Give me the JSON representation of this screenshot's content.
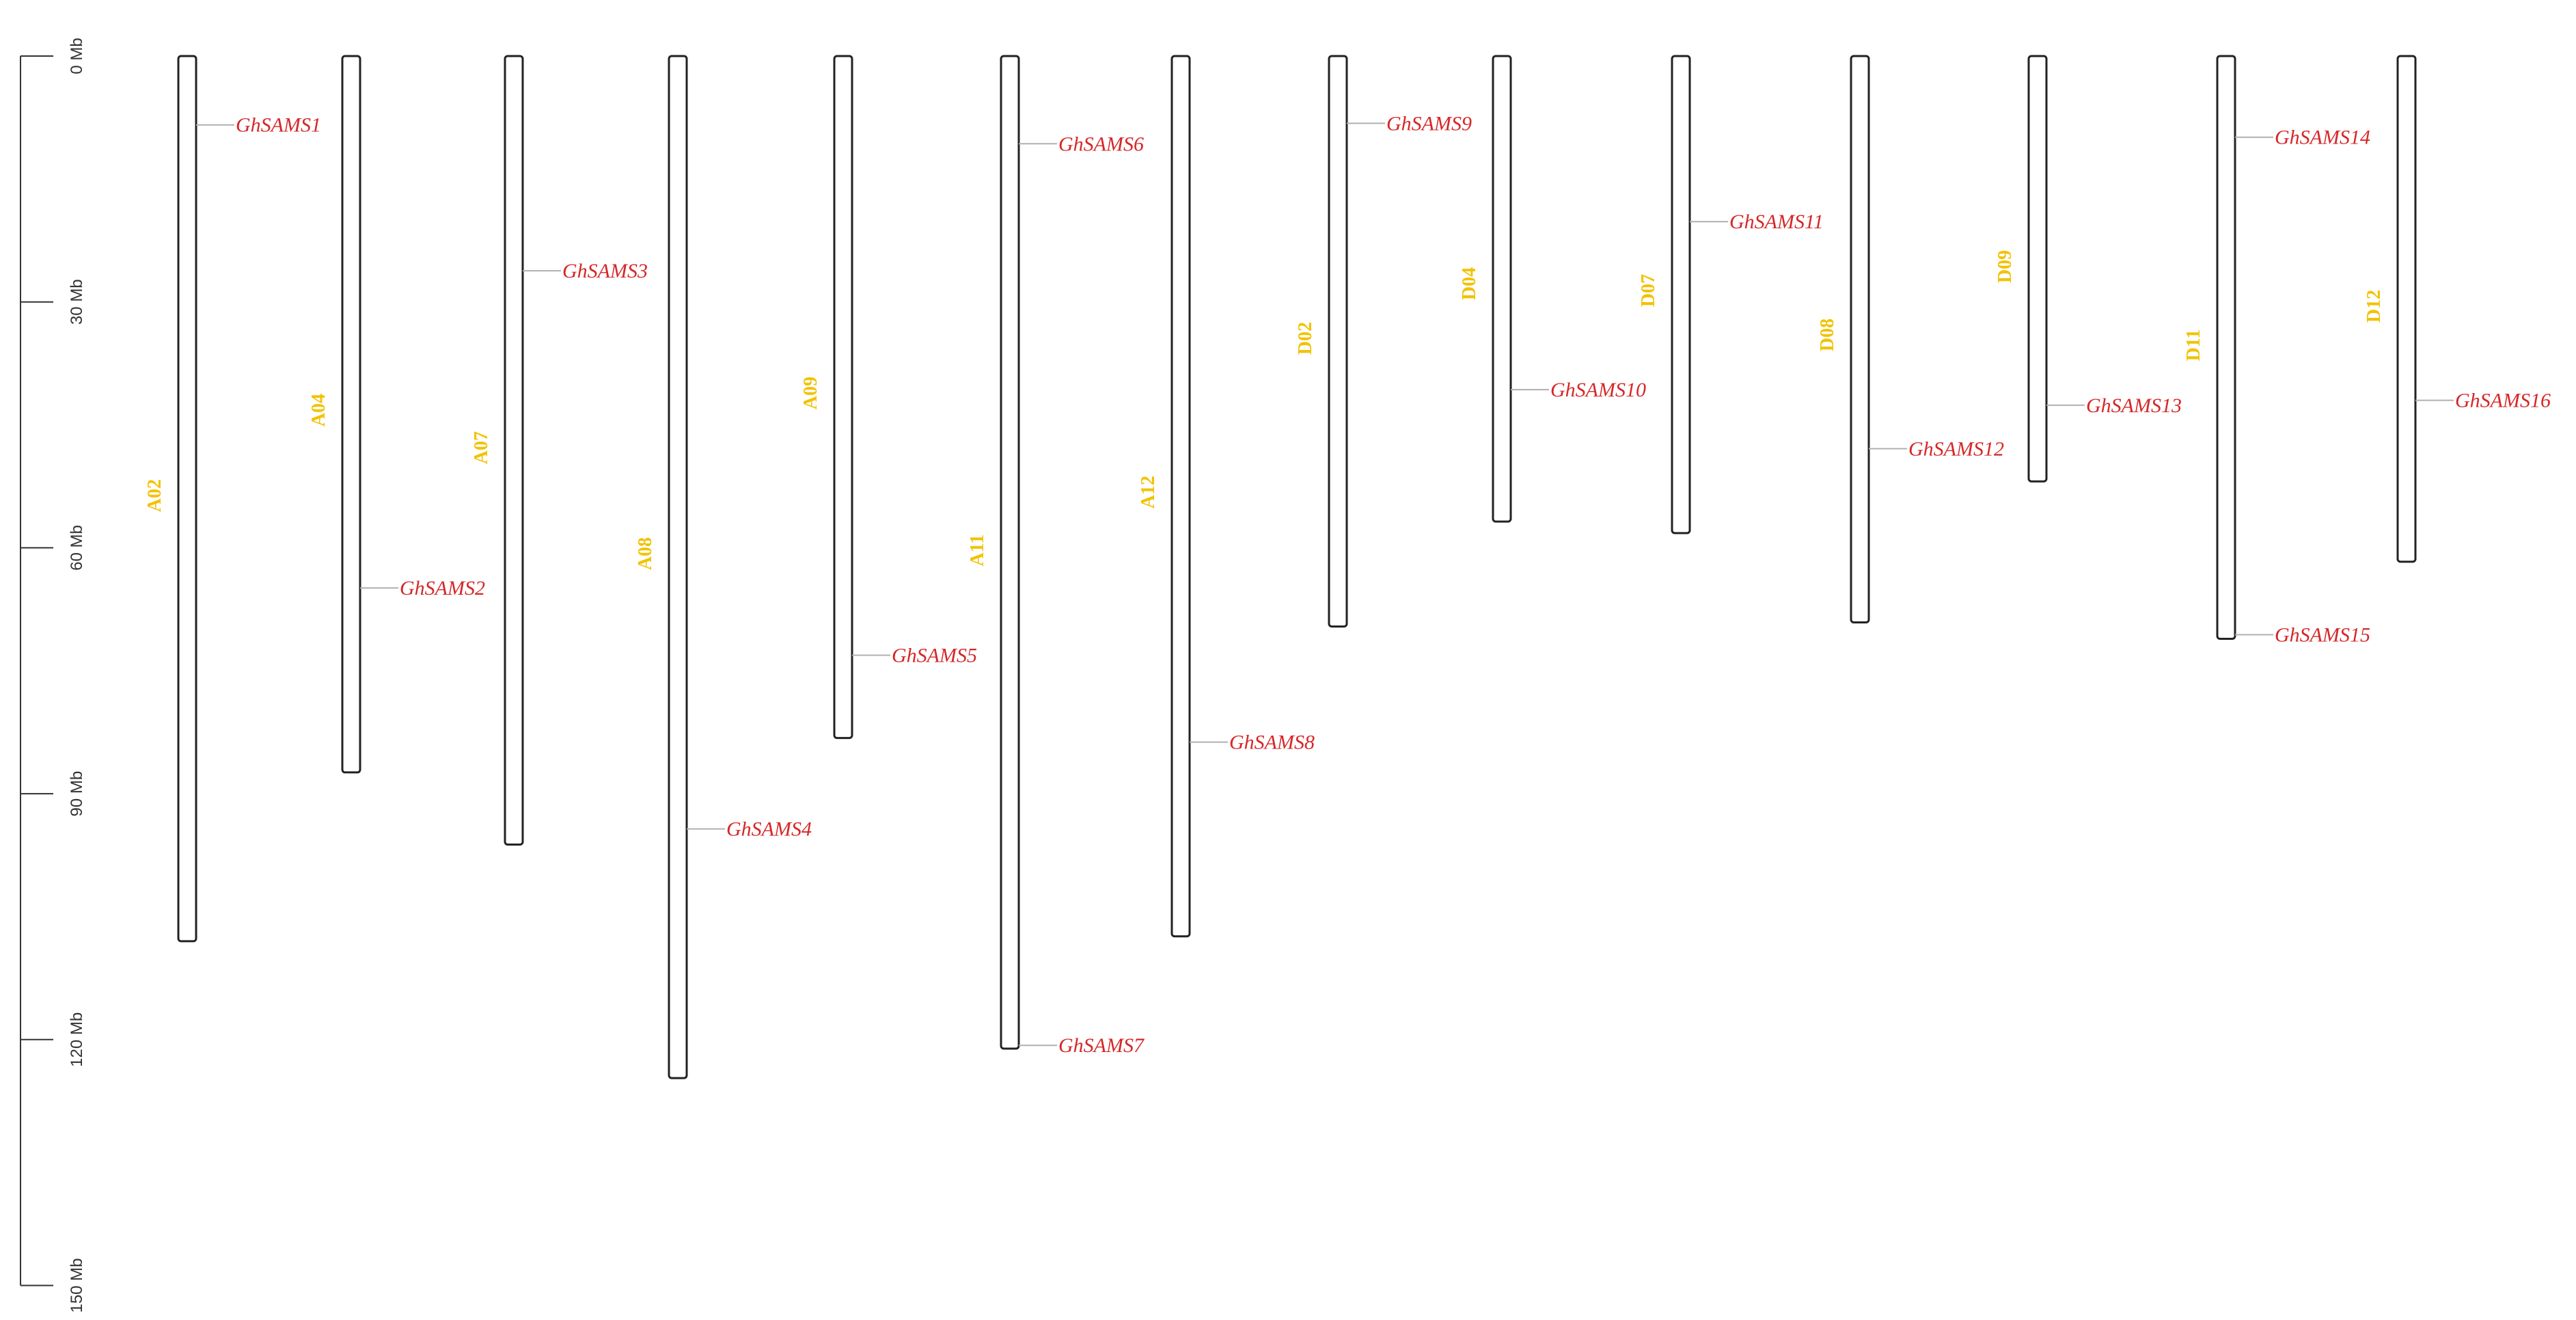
{
  "scale": {
    "unit": "Mb",
    "ticks": [
      {
        "value": 0,
        "label": "0 Mb"
      },
      {
        "value": 30,
        "label": "30 Mb"
      },
      {
        "value": 60,
        "label": "60 Mb"
      },
      {
        "value": 90,
        "label": "90 Mb"
      },
      {
        "value": 120,
        "label": "120 Mb"
      },
      {
        "value": 150,
        "label": "150 Mb"
      }
    ],
    "max": 150
  },
  "colors": {
    "chromosome_label": "#f2c200",
    "gene_label": "#d62728",
    "gene_line": "#b0b0b0",
    "chromosome_outline": "#222222",
    "scale_line": "#333333"
  },
  "chromosomes": [
    {
      "name": "A02",
      "length_mb": 108,
      "genes": [
        {
          "name": "GhSAMS1",
          "position_mb": 8.4
        }
      ]
    },
    {
      "name": "A04",
      "length_mb": 87.4,
      "genes": [
        {
          "name": "GhSAMS2",
          "position_mb": 64.9
        }
      ]
    },
    {
      "name": "A07",
      "length_mb": 96.2,
      "genes": [
        {
          "name": "GhSAMS3",
          "position_mb": 26.2
        }
      ]
    },
    {
      "name": "A08",
      "length_mb": 124.7,
      "genes": [
        {
          "name": "GhSAMS4",
          "position_mb": 94.3
        }
      ]
    },
    {
      "name": "A09",
      "length_mb": 83.2,
      "genes": [
        {
          "name": "GhSAMS5",
          "position_mb": 73.1
        }
      ]
    },
    {
      "name": "A11",
      "length_mb": 121.1,
      "genes": [
        {
          "name": "GhSAMS6",
          "position_mb": 10.7
        },
        {
          "name": "GhSAMS7",
          "position_mb": 120.7
        }
      ]
    },
    {
      "name": "A12",
      "length_mb": 107.4,
      "genes": [
        {
          "name": "GhSAMS8",
          "position_mb": 83.7
        }
      ]
    },
    {
      "name": "D02",
      "length_mb": 69.6,
      "genes": [
        {
          "name": "GhSAMS9",
          "position_mb": 8.2
        }
      ]
    },
    {
      "name": "D04",
      "length_mb": 56.8,
      "genes": [
        {
          "name": "GhSAMS10",
          "position_mb": 40.7
        }
      ]
    },
    {
      "name": "D07",
      "length_mb": 58.2,
      "genes": [
        {
          "name": "GhSAMS11",
          "position_mb": 20.2
        }
      ]
    },
    {
      "name": "D08",
      "length_mb": 69.1,
      "genes": [
        {
          "name": "GhSAMS12",
          "position_mb": 47.9
        }
      ]
    },
    {
      "name": "D09",
      "length_mb": 51.9,
      "genes": [
        {
          "name": "GhSAMS13",
          "position_mb": 42.6
        }
      ]
    },
    {
      "name": "D11",
      "length_mb": 71.1,
      "genes": [
        {
          "name": "GhSAMS14",
          "position_mb": 9.9
        },
        {
          "name": "GhSAMS15",
          "position_mb": 70.6
        }
      ]
    },
    {
      "name": "D12",
      "length_mb": 61.7,
      "genes": [
        {
          "name": "GhSAMS16",
          "position_mb": 42.0
        }
      ]
    }
  ]
}
